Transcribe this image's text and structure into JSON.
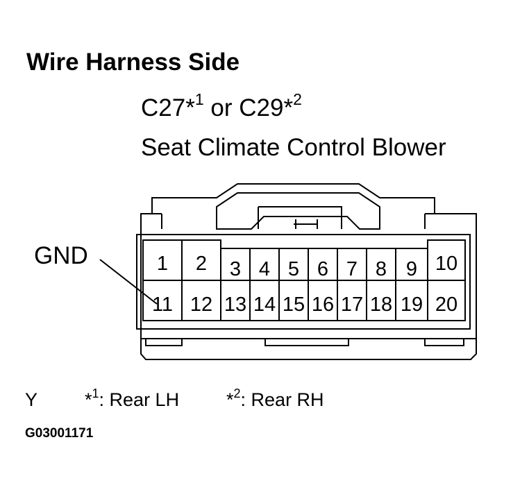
{
  "title": "Wire Harness Side",
  "connector": {
    "code1": "C27",
    "mark1": "*",
    "sup1": "1",
    "or_text": " or ",
    "code2": "C29",
    "mark2": "*",
    "sup2": "2",
    "name": "Seat Climate Control Blower"
  },
  "gnd_label": "GND",
  "pins": [
    "1",
    "2",
    "3",
    "4",
    "5",
    "6",
    "7",
    "8",
    "9",
    "10",
    "11",
    "12",
    "13",
    "14",
    "15",
    "16",
    "17",
    "18",
    "19",
    "20"
  ],
  "legend": {
    "color": "Y",
    "note1_mark": "*",
    "note1_sup": "1",
    "note1_text": ": Rear LH",
    "note2_mark": "*",
    "note2_sup": "2",
    "note2_text": ": Rear RH"
  },
  "figure_code": "G03001171"
}
